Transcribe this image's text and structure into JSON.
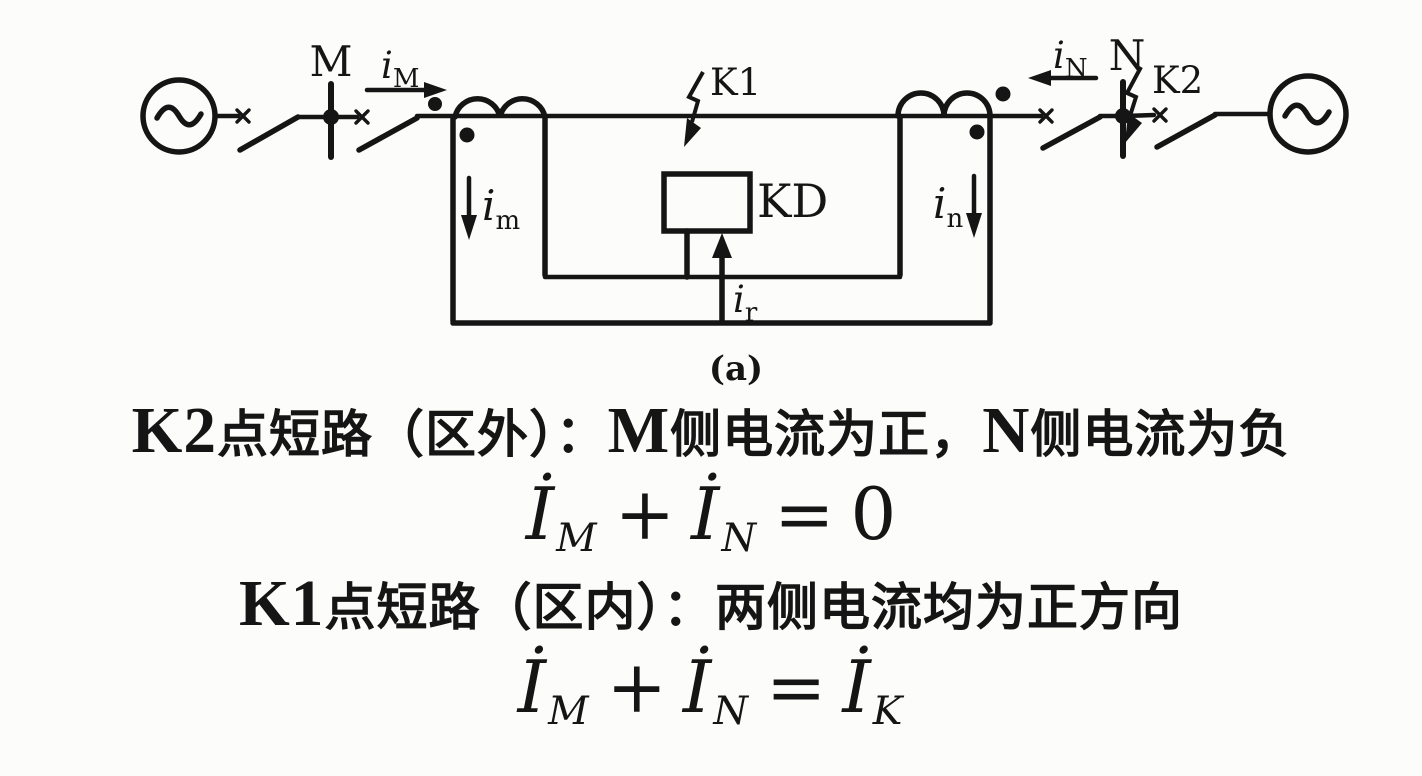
{
  "page": {
    "background": "#fcfcfa",
    "ink": "#151515"
  },
  "diagram": {
    "caption": "(a)",
    "bus_left_label": "M",
    "bus_right_label": "N",
    "fault_internal_label": "K1",
    "fault_external_label": "K2",
    "relay_label": "KD",
    "currents": {
      "iM": {
        "base": "i",
        "sub": "M"
      },
      "iN": {
        "base": "i",
        "sub": "N"
      },
      "im": {
        "base": "i",
        "sub": "m"
      },
      "in": {
        "base": "i",
        "sub": "n"
      },
      "ir": {
        "base": "i",
        "sub": "r"
      }
    }
  },
  "text": {
    "line_external": {
      "latin1": "K2",
      "cjk1": "点短路（区外）：",
      "latin2": "M",
      "cjk2": "侧电流为正，",
      "latin3": "N",
      "cjk3": "侧电流为负"
    },
    "formula_external": {
      "i1": "İ",
      "s1": "M",
      "plus": "+",
      "i2": "İ",
      "s2": "N",
      "eq": "=",
      "rhs": "0"
    },
    "line_internal": {
      "latin1": "K1",
      "cjk1": "点短路（区内）：",
      "cjk2": "两侧电流均为正方向"
    },
    "formula_internal": {
      "i1": "İ",
      "s1": "M",
      "plus": "+",
      "i2": "İ",
      "s2": "N",
      "eq": "=",
      "i3": "İ",
      "s3": "K"
    }
  }
}
